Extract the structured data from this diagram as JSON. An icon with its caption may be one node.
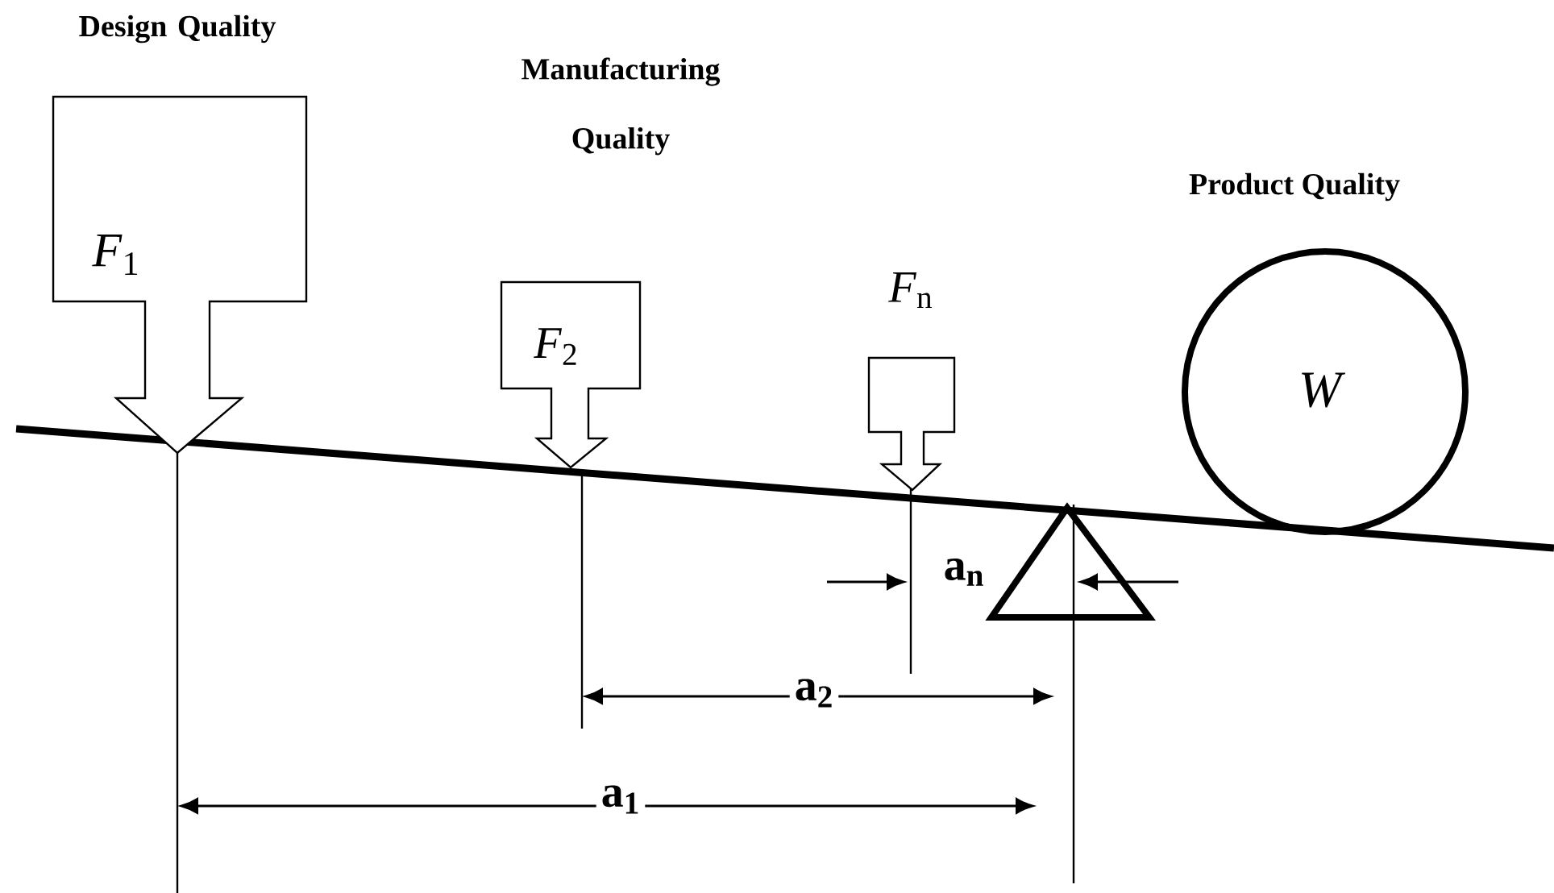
{
  "diagram": {
    "nodes": [
      {
        "text": [
          "Design Quality",
          "*F*$_{1}$"
        ]
      },
      {
        "text": [
          "Manufacturing Quality",
          "*F*$_{2}$"
        ]
      },
      {
        "text": [
          "*F*$_{n}$"
        ]
      },
      {
        "text": [
          "Product Quality",
          "*W*"
        ]
      },
      {
        "text": [],
        "shape": "bar"
      },
      {
        "text": [],
        "shape": "triangle"
      }
    ],
    "labels": [
      "a$_{n}$",
      "a$_{2}$",
      "a$_{1}$"
    ]
  }
}
